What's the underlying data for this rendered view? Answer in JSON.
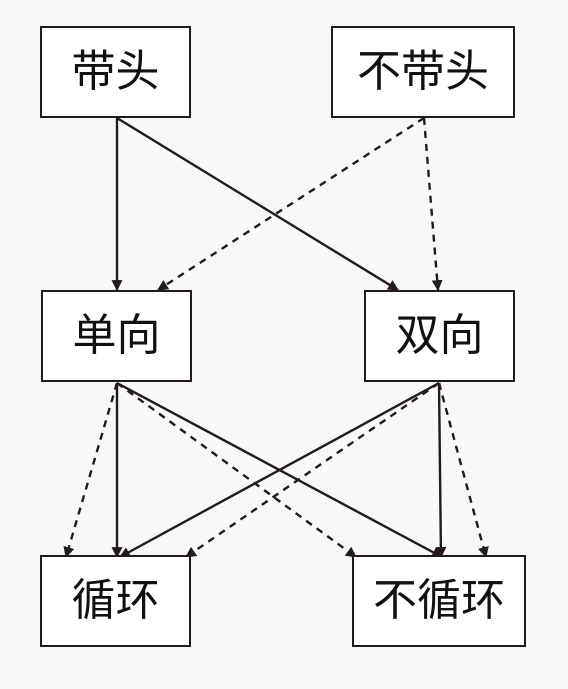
{
  "diagram": {
    "nodes": [
      {
        "id": "with-head",
        "label": "带头"
      },
      {
        "id": "without-head",
        "label": "不带头"
      },
      {
        "id": "singly",
        "label": "单向"
      },
      {
        "id": "doubly",
        "label": "双向"
      },
      {
        "id": "circular",
        "label": "循环"
      },
      {
        "id": "non-circular",
        "label": "不循环"
      }
    ],
    "edges": [
      {
        "from": "with-head",
        "to": "singly",
        "style": "solid"
      },
      {
        "from": "with-head",
        "to": "doubly",
        "style": "solid"
      },
      {
        "from": "without-head",
        "to": "singly",
        "style": "dashed"
      },
      {
        "from": "without-head",
        "to": "doubly",
        "style": "dashed"
      },
      {
        "from": "singly",
        "to": "circular",
        "style": "solid"
      },
      {
        "from": "singly",
        "to": "circular",
        "style": "dashed"
      },
      {
        "from": "singly",
        "to": "non-circular",
        "style": "solid"
      },
      {
        "from": "singly",
        "to": "non-circular",
        "style": "dashed"
      },
      {
        "from": "doubly",
        "to": "circular",
        "style": "solid"
      },
      {
        "from": "doubly",
        "to": "circular",
        "style": "dashed"
      },
      {
        "from": "doubly",
        "to": "non-circular",
        "style": "solid"
      },
      {
        "from": "doubly",
        "to": "non-circular",
        "style": "dashed"
      }
    ]
  }
}
